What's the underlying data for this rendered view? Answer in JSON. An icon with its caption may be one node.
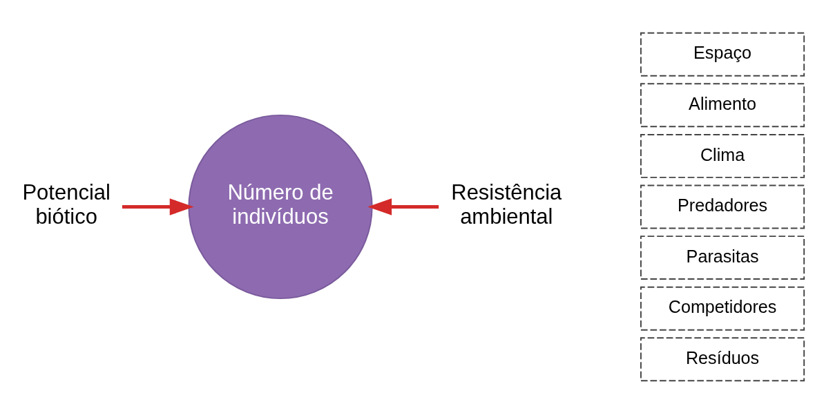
{
  "diagram": {
    "nodes": [
      {
        "text": [
          "Potencial biótico"
        ]
      },
      {
        "text": [
          "Número de indivíduos"
        ]
      },
      {
        "text": [
          "Resistência ambiental"
        ]
      },
      {
        "text": [
          "Espaço"
        ]
      },
      {
        "text": [
          "Alimento"
        ]
      },
      {
        "text": [
          "Clima"
        ]
      },
      {
        "text": [
          "Predadores"
        ]
      },
      {
        "text": [
          "Parasitas"
        ]
      },
      {
        "text": [
          "Competidores"
        ]
      },
      {
        "text": [
          "Resíduos"
        ]
      }
    ],
    "edges": [
      {
        "from": 0,
        "to": 1,
        "arrow": "to"
      },
      {
        "from": 2,
        "to": 1,
        "arrow": "to"
      }
    ]
  }
}
